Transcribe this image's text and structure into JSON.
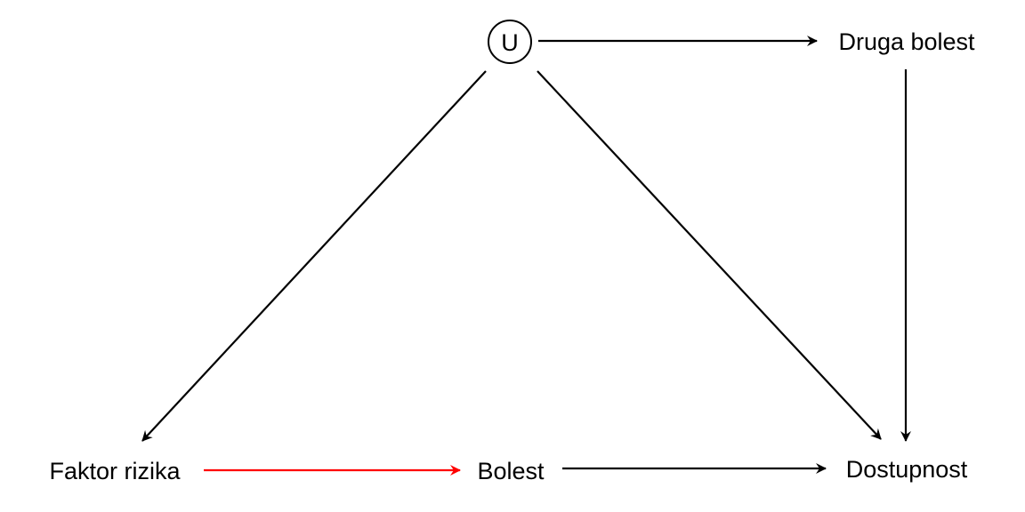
{
  "diagram": {
    "nodes": {
      "u": {
        "label": "U"
      },
      "druga_bolest": {
        "label": "Druga bolest"
      },
      "faktor_rizika": {
        "label": "Faktor rizika"
      },
      "bolest": {
        "label": "Bolest"
      },
      "dostupnost": {
        "label": "Dostupnost"
      }
    },
    "edges": [
      {
        "from": "U",
        "to": "Druga bolest",
        "color": "#000000"
      },
      {
        "from": "U",
        "to": "Faktor rizika",
        "color": "#000000"
      },
      {
        "from": "U",
        "to": "Dostupnost",
        "color": "#000000"
      },
      {
        "from": "Druga bolest",
        "to": "Dostupnost",
        "color": "#000000"
      },
      {
        "from": "Faktor rizika",
        "to": "Bolest",
        "color": "#ff0000"
      },
      {
        "from": "Bolest",
        "to": "Dostupnost",
        "color": "#000000"
      }
    ]
  }
}
